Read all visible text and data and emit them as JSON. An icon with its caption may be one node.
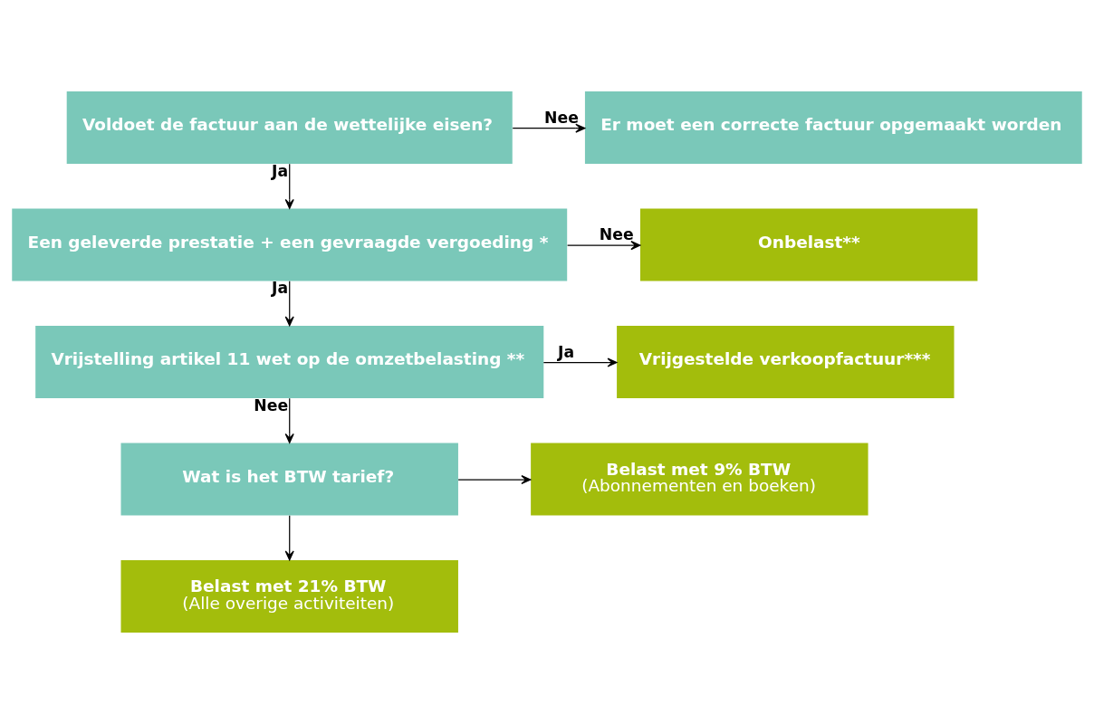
{
  "diagram": {
    "nodes": [
      {
        "text": [
          "Voldoet de factuur aan de wettelijke eisen?"
        ]
      },
      {
        "text": [
          "Er moet een correcte factuur opgemaakt worden"
        ]
      },
      {
        "text": [
          "Een geleverde prestatie + een gevraagde vergoeding *"
        ]
      },
      {
        "text": [
          "Onbelast**"
        ]
      },
      {
        "text": [
          "Vrijstelling artikel 11 wet op de omzetbelasting **"
        ]
      },
      {
        "text": [
          "Vrijgestelde verkoopfactuur***"
        ]
      },
      {
        "text": [
          "Wat is het BTW tarief?"
        ]
      },
      {
        "text": [
          "Belast met 9% BTW",
          "(Abonnementen en boeken)"
        ]
      },
      {
        "text": [
          "Belast met 21% BTW",
          "(Alle overige activiteiten)"
        ]
      }
    ],
    "edges": [
      {
        "from": 0,
        "to": 1,
        "arrow": "to",
        "label": "Nee"
      },
      {
        "from": 0,
        "to": 2,
        "arrow": "to",
        "label": "Ja"
      },
      {
        "from": 2,
        "to": 3,
        "arrow": "to",
        "label": "Nee"
      },
      {
        "from": 2,
        "to": 4,
        "arrow": "to",
        "label": "Ja"
      },
      {
        "from": 4,
        "to": 5,
        "arrow": "to",
        "label": "Ja"
      },
      {
        "from": 4,
        "to": 6,
        "arrow": "to",
        "label": "Nee"
      },
      {
        "from": 6,
        "to": 7,
        "arrow": "to"
      },
      {
        "from": 6,
        "to": 8,
        "arrow": "to"
      }
    ]
  }
}
